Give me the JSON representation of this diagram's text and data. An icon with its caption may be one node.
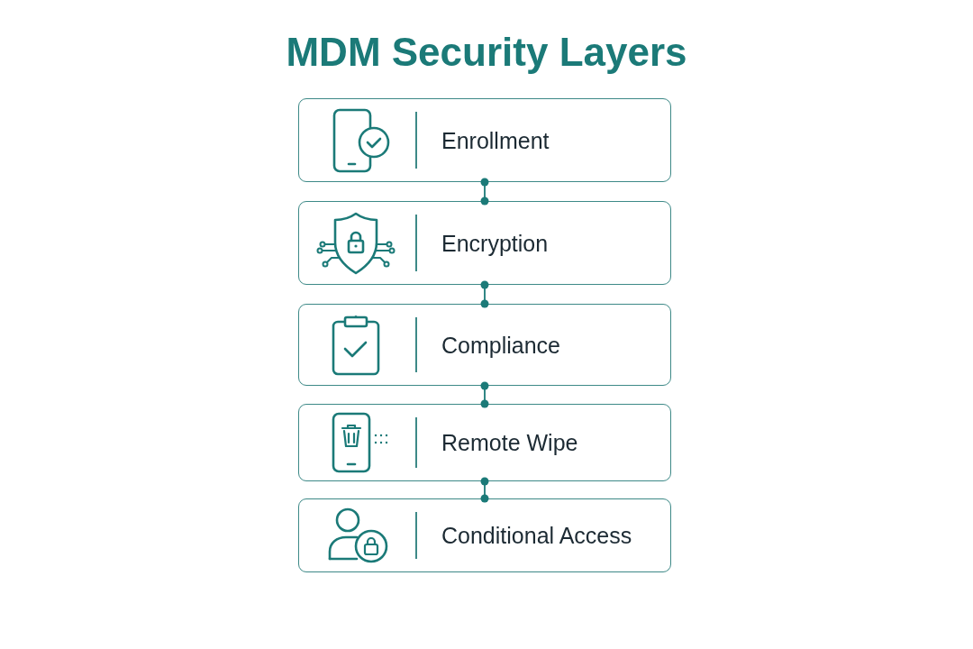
{
  "diagram": {
    "title": "MDM Security Layers",
    "nodes": [
      {
        "text": [
          "Enrollment"
        ]
      },
      {
        "text": [
          "Encryption"
        ]
      },
      {
        "text": [
          "Compliance"
        ]
      },
      {
        "text": [
          "Remote Wipe"
        ]
      },
      {
        "text": [
          "Conditional Access"
        ]
      }
    ],
    "edges": [
      {
        "from": 0,
        "to": 1,
        "arrow": "other"
      },
      {
        "from": 1,
        "to": 2,
        "arrow": "other"
      },
      {
        "from": 2,
        "to": 3,
        "arrow": "other"
      },
      {
        "from": 3,
        "to": 4,
        "arrow": "other"
      }
    ]
  }
}
